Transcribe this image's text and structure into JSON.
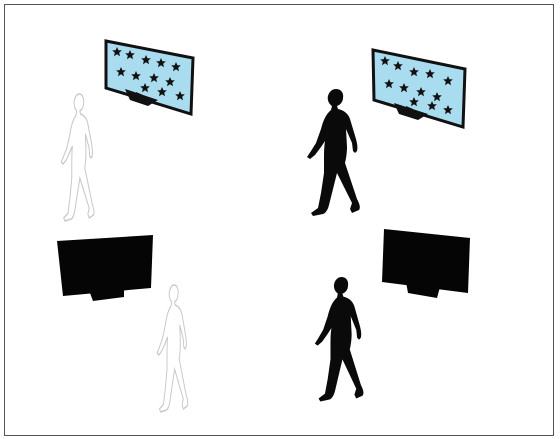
{
  "colors": {
    "frame_border": "#555555",
    "screen_on_fill": "#a9dcef",
    "screen_stroke": "#111111",
    "screen_off_fill": "#050505",
    "star": "#111111",
    "silhouette": "#0a0a0a",
    "outline_person_stroke": "#c8c8c8"
  },
  "panels": [
    {
      "id": "top-left",
      "tv": "on-with-stars",
      "person": "outline"
    },
    {
      "id": "top-right",
      "tv": "on-with-stars",
      "person": "silhouette"
    },
    {
      "id": "bottom-left",
      "tv": "off",
      "person": "outline"
    },
    {
      "id": "bottom-right",
      "tv": "off",
      "person": "silhouette"
    }
  ]
}
